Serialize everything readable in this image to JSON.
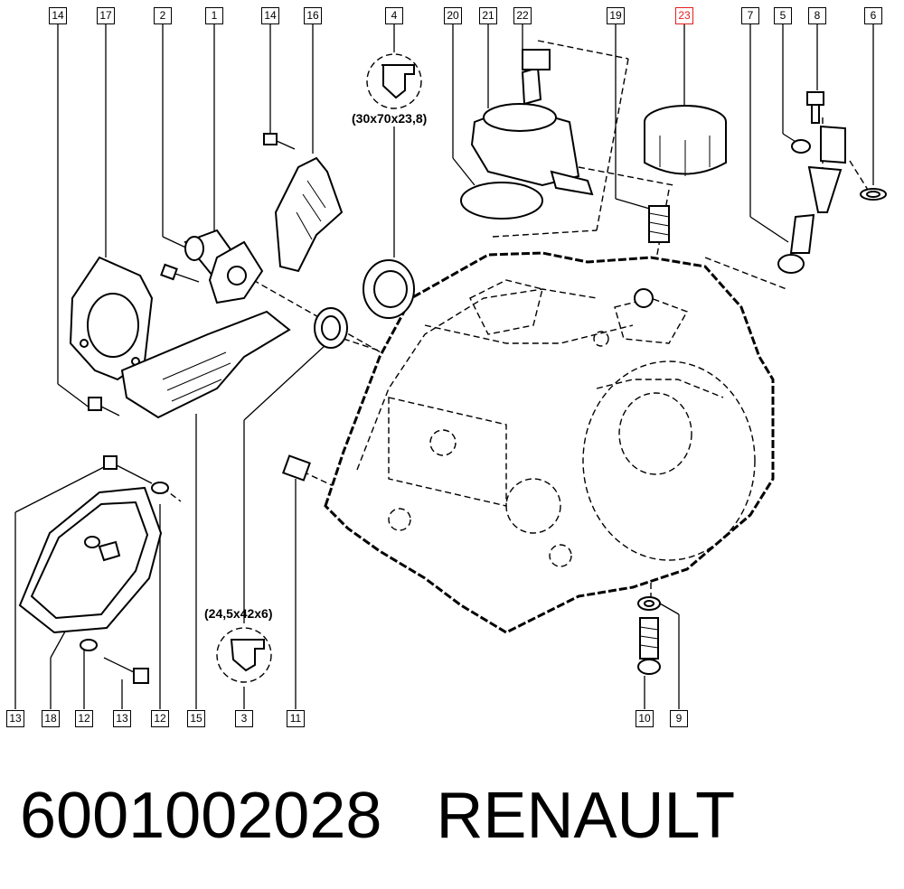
{
  "diagram": {
    "part_number": "6001002028",
    "brand": "RENAULT",
    "highlight_color": "#e41f1f",
    "callouts_top": [
      {
        "id": "c14a",
        "label": "14"
      },
      {
        "id": "c17",
        "label": "17"
      },
      {
        "id": "c2",
        "label": "2"
      },
      {
        "id": "c1",
        "label": "1"
      },
      {
        "id": "c14b",
        "label": "14"
      },
      {
        "id": "c16",
        "label": "16"
      },
      {
        "id": "c4",
        "label": "4"
      },
      {
        "id": "c20",
        "label": "20"
      },
      {
        "id": "c21",
        "label": "21"
      },
      {
        "id": "c22",
        "label": "22"
      },
      {
        "id": "c19",
        "label": "19"
      },
      {
        "id": "c23",
        "label": "23",
        "highlight": true
      },
      {
        "id": "c7",
        "label": "7"
      },
      {
        "id": "c5",
        "label": "5"
      },
      {
        "id": "c8",
        "label": "8"
      },
      {
        "id": "c6",
        "label": "6"
      }
    ],
    "callouts_bottom": [
      {
        "id": "b13a",
        "label": "13"
      },
      {
        "id": "b18",
        "label": "18"
      },
      {
        "id": "b12a",
        "label": "12"
      },
      {
        "id": "b13b",
        "label": "13"
      },
      {
        "id": "b12b",
        "label": "12"
      },
      {
        "id": "b15",
        "label": "15"
      },
      {
        "id": "b3",
        "label": "3"
      },
      {
        "id": "b11",
        "label": "11"
      },
      {
        "id": "b10",
        "label": "10"
      },
      {
        "id": "b9",
        "label": "9"
      }
    ],
    "dimensions": {
      "seal_4": "(30x70x23,8)",
      "seal_3": "(24,5x42x6)"
    }
  }
}
